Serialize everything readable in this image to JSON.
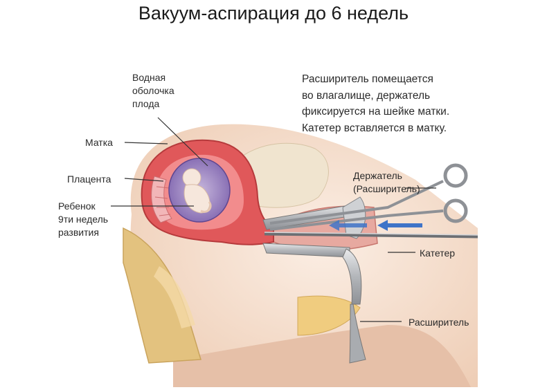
{
  "title": "Вакуум-аспирация до 6 недель",
  "description": "Расширитель помещается\nво влагалище, держатель\nфиксируется на шейке матки.\nКатетер вставляется в матку.",
  "labels": {
    "amniotic_sac": "Водная\nоболочка\nплода",
    "uterus": "Матка",
    "placenta": "Плацента",
    "fetus": "Ребенок\n9ти недель\nразвития",
    "holder": "Держатель\n(Расширитель)",
    "catheter": "Катетер",
    "dilator": "Расширитель"
  },
  "colors": {
    "uterus_wall": "#e0585a",
    "sac": "#8a6fb4",
    "skin": "#f4dccb",
    "bone": "#e8c98a",
    "instrument": "#b9bcc0",
    "flow_arrows": "#3f74c8"
  }
}
